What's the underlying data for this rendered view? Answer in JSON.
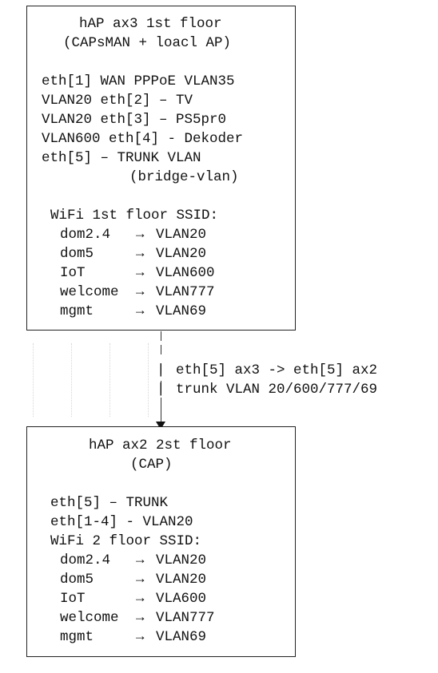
{
  "box_top": {
    "title": "hAP ax3 1st floor",
    "subtitle": "(CAPsMAN + loacl AP)",
    "ports": [
      "eth[1] WAN PPPoE VLAN35",
      "VLAN20 eth[2] – TV",
      "VLAN20 eth[3] – PS5pr0",
      "VLAN600 eth[4] - Dekoder",
      "eth[5] – TRUNK VLAN",
      "(bridge-vlan)"
    ],
    "wifi_header": "WiFi 1st floor SSID:",
    "ssids": [
      {
        "name": "dom2.4",
        "arrow": "→",
        "vlan": "VLAN20"
      },
      {
        "name": "dom5",
        "arrow": "→",
        "vlan": "VLAN20"
      },
      {
        "name": "IoT",
        "arrow": "→",
        "vlan": "VLAN600"
      },
      {
        "name": "welcome",
        "arrow": "→",
        "vlan": "VLAN777"
      },
      {
        "name": "mgmt",
        "arrow": "→",
        "vlan": "VLAN69"
      }
    ]
  },
  "link": {
    "line1": "eth[5] ax3 -> eth[5] ax2",
    "line2": "trunk VLAN 20/600/777/69"
  },
  "box_bottom": {
    "title": "hAP ax2 2st floor",
    "subtitle": "(CAP)",
    "ports": [
      "eth[5] – TRUNK",
      "eth[1-4] - VLAN20"
    ],
    "wifi_header": "WiFi 2 floor SSID:",
    "ssids": [
      {
        "name": "dom2.4",
        "arrow": "→",
        "vlan": "VLAN20"
      },
      {
        "name": "dom5",
        "arrow": "→",
        "vlan": "VLAN20"
      },
      {
        "name": "IoT",
        "arrow": "→",
        "vlan": "VLA600"
      },
      {
        "name": "welcome",
        "arrow": "→",
        "vlan": "VLAN777"
      },
      {
        "name": "mgmt",
        "arrow": "→",
        "vlan": "VLAN69"
      }
    ]
  }
}
